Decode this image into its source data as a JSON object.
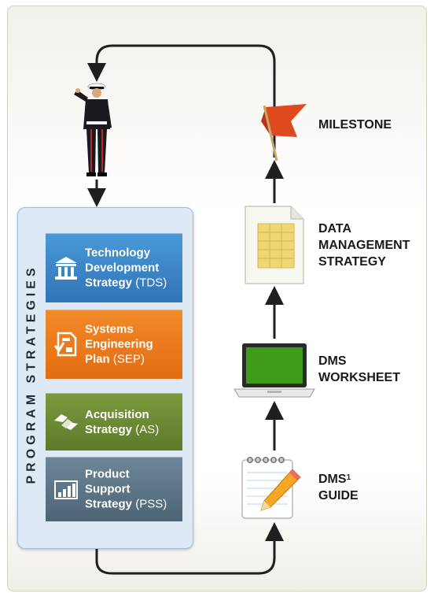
{
  "panel": {
    "title": "PROGRAM STRATEGIES"
  },
  "strategies": [
    {
      "line1": "Technology",
      "line2": "Development",
      "line3": "Strategy",
      "abbr": "(TDS)"
    },
    {
      "line1": "Systems",
      "line2": "Engineering",
      "line3": "Plan",
      "abbr": "(SEP)"
    },
    {
      "line1": "Acquisition",
      "line2": "Strategy",
      "abbr": "(AS)"
    },
    {
      "line1": "Product",
      "line2": "Support",
      "line3": "Strategy",
      "abbr": "(PSS)"
    }
  ],
  "steps": {
    "milestone": "MILESTONE",
    "data_mgmt": [
      "DATA",
      "MANAGEMENT",
      "STRATEGY"
    ],
    "worksheet": [
      "DMS",
      "WORKSHEET"
    ],
    "guide": {
      "line1": "DMS",
      "sup": "1",
      "line2": "GUIDE"
    }
  },
  "icons": [
    "soldier-saluting-icon",
    "building-icon",
    "document-check-icon",
    "handshake-icon",
    "bar-chart-icon",
    "flag-icon",
    "spreadsheet-document-icon",
    "laptop-icon",
    "notepad-pencil-icon"
  ],
  "colors": {
    "tds": "#3a86c9",
    "sep": "#ee7d1f",
    "as": "#6e8b35",
    "pss": "#5d7686",
    "panel": "#dde9f5",
    "flag": "#e0481e",
    "laptop_screen": "#3f9b19"
  }
}
